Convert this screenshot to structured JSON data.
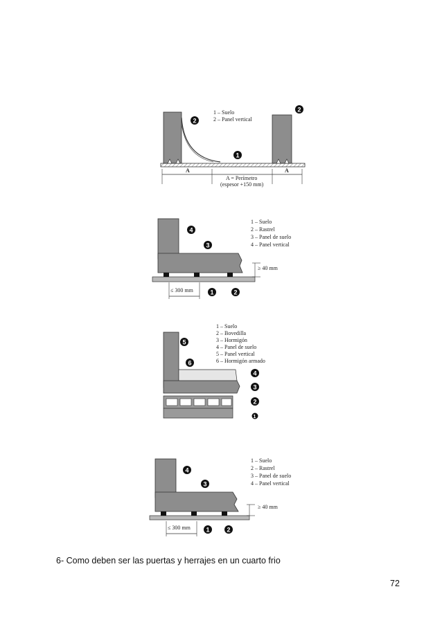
{
  "figure1": {
    "legend": [
      "1 – Suelo",
      "2 – Panel vertical"
    ],
    "dim_label_a": "A",
    "perimeter_label": "A = Perímetro",
    "perimeter_sub": "(espesor +150 mm)"
  },
  "figure2": {
    "legend": [
      "1 – Suelo",
      "2 – Rastrel",
      "3 – Panel de suelo",
      "4 – Panel vertical"
    ],
    "gap_label": "≥ 40 mm",
    "spacing_label": "≤ 300 mm"
  },
  "figure3": {
    "legend": [
      "1 – Suelo",
      "2 – Bovedilla",
      "3 – Hormigón",
      "4 – Panel de suelo",
      "5 – Panel vertical",
      "6 – Hormigón armado"
    ]
  },
  "figure4": {
    "legend": [
      "1 – Suelo",
      "2 – Rastrel",
      "3 – Panel de suelo",
      "4 – Panel vertical"
    ],
    "gap_label": "≥ 40 mm",
    "spacing_label": "≤ 300 mm"
  },
  "markers": {
    "one": "1",
    "two": "2",
    "three": "3",
    "four": "4",
    "five": "5",
    "six": "6"
  },
  "caption": "6-  Como deben ser las puertas y herrajes en un cuarto frio",
  "page_number": "72"
}
